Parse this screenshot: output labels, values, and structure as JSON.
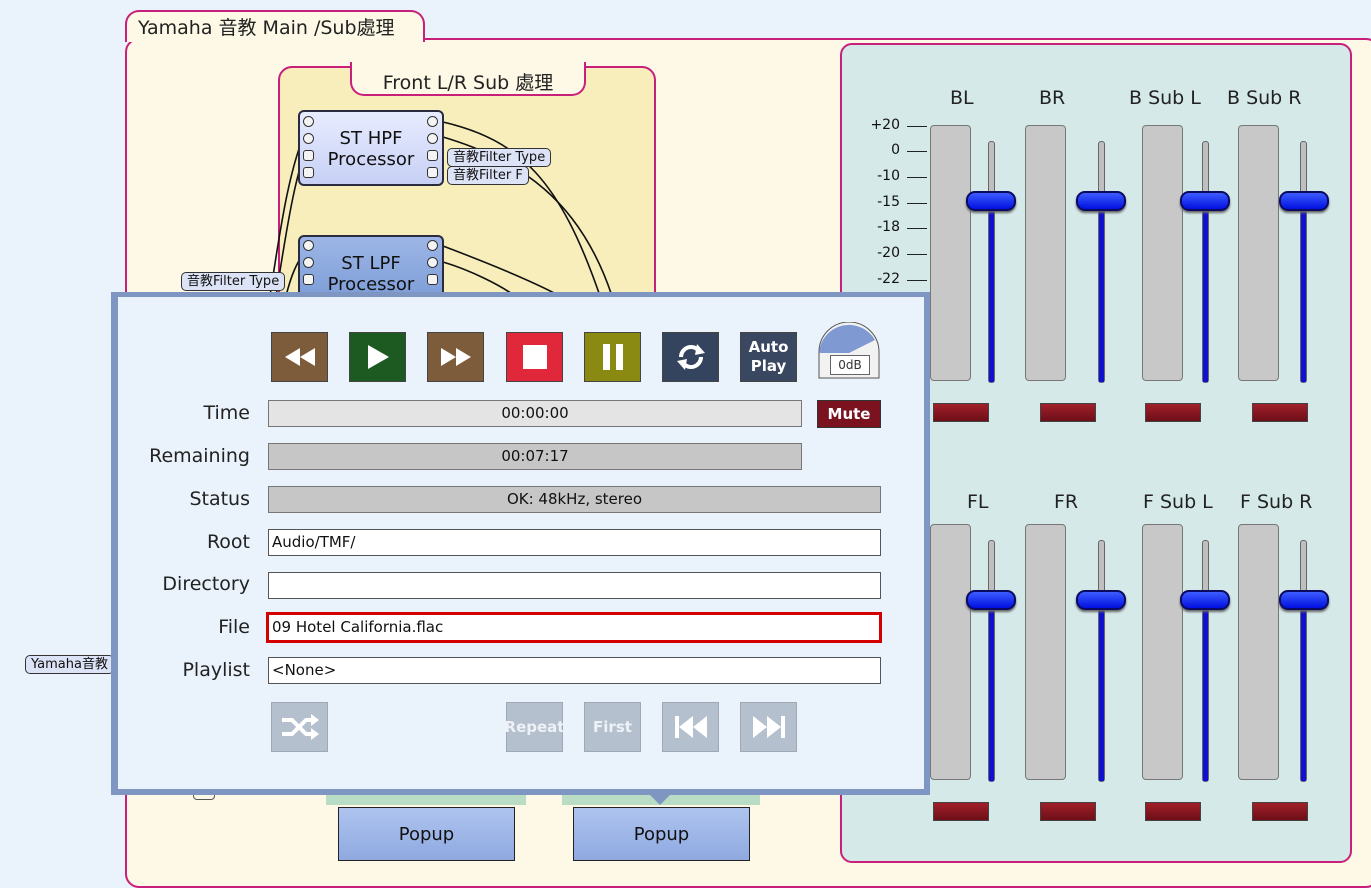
{
  "main": {
    "title": "Yamaha 音教 Main /Sub處理"
  },
  "front_group": {
    "title": "Front L/R Sub 處理",
    "hpf": {
      "line1": "ST HPF",
      "line2": "Processor"
    },
    "lpf": {
      "line1": "ST LPF",
      "line2": "Processor"
    },
    "tags": {
      "hpf_filter_type": "音教Filter Type",
      "hpf_filter_f": "音教Filter F",
      "lpf_filter_type": "音教Filter Type"
    }
  },
  "left_tag": "Yamaha音教",
  "mixer": {
    "top_channels": [
      "BL",
      "BR",
      "B Sub L",
      "B Sub R"
    ],
    "bottom_channels": [
      "FL",
      "FR",
      "F Sub L",
      "F Sub R"
    ],
    "scale": [
      "+20",
      "0",
      "-10",
      "-15",
      "-18",
      "-20",
      "-22"
    ],
    "fader_level": "-15",
    "colors": {
      "knob": "#0010e0",
      "mute_led": "#7a1220"
    }
  },
  "popups": [
    "Popup",
    "Popup"
  ],
  "player": {
    "transport": {
      "rewind": "rewind-icon",
      "play": "play-icon",
      "fast_forward": "fast-forward-icon",
      "stop": "stop-icon",
      "pause": "pause-icon",
      "loop": "loop-icon",
      "autoplay_line1": "Auto",
      "autoplay_line2": "Play",
      "gain": "0dB"
    },
    "labels": {
      "time": "Time",
      "remaining": "Remaining",
      "status": "Status",
      "root": "Root",
      "directory": "Directory",
      "file": "File",
      "playlist": "Playlist"
    },
    "values": {
      "time": "00:00:00",
      "remaining": "00:07:17",
      "status": "OK: 48kHz, stereo",
      "root": "Audio/TMF/",
      "directory": "",
      "file": "09 Hotel California.flac",
      "playlist": "<None>"
    },
    "mute_label": "Mute",
    "bottom": {
      "shuffle": "shuffle-icon",
      "repeat": "Repeat",
      "first": "First",
      "previous": "skip-back-icon",
      "next": "skip-forward-icon"
    },
    "colors": {
      "rewind": "#7d5c3c",
      "play": "#1c5a22",
      "stop": "#e0283a",
      "pause": "#8a8a12",
      "loop": "#34435e",
      "autoplay": "#3a4760",
      "mute": "#7a1220",
      "file_border": "#d40000"
    }
  }
}
